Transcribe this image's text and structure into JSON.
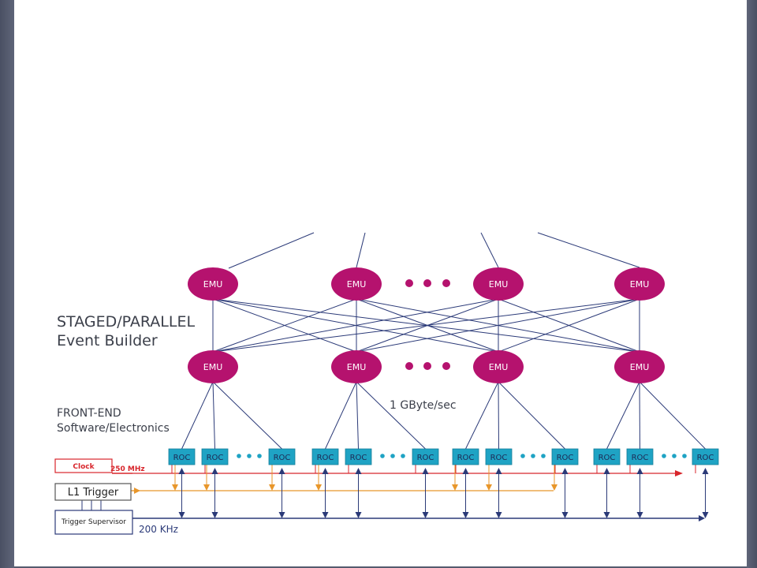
{
  "labels": {
    "title_line1": "STAGED/PARALLEL",
    "title_line2": "Event Builder",
    "frontend_line1": "FRONT-END",
    "frontend_line2": "Software/Electronics",
    "bandwidth": "1 GByte/sec",
    "clock": "Clock",
    "clock_rate": "250 MHz",
    "l1_trigger": "L1 Trigger",
    "trigger_supervisor": "Trigger Supervisor",
    "trigger_rate": "200 KHz"
  },
  "node_labels": {
    "emu": "EMU",
    "roc": "ROC"
  },
  "colors": {
    "emu": "#b5126e",
    "roc": "#1fa3c4",
    "dots": "#b5126e",
    "roc_dots": "#1fa3c4",
    "links": "#2b3a78",
    "clock": "#d8262c",
    "trigger": "#e8962a"
  }
}
